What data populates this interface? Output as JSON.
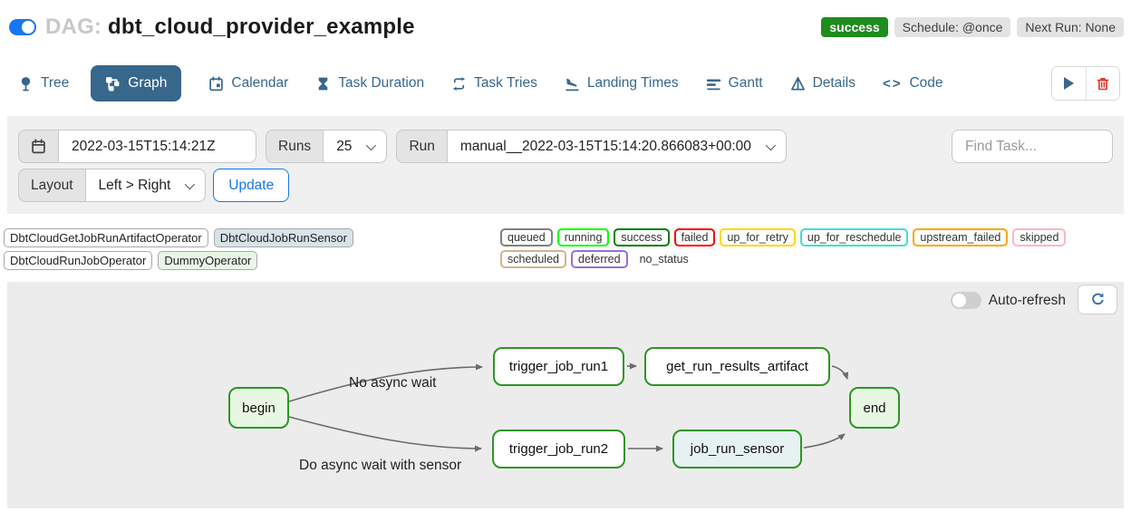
{
  "header": {
    "dag_prefix": "DAG:",
    "dag_name": "dbt_cloud_provider_example",
    "status_badge": "success",
    "schedule_badge": "Schedule: @once",
    "next_run_badge": "Next Run: None"
  },
  "tabs": [
    {
      "label": "Tree",
      "icon": "tree-icon"
    },
    {
      "label": "Graph",
      "icon": "graph-icon",
      "active": true
    },
    {
      "label": "Calendar",
      "icon": "calendar-icon"
    },
    {
      "label": "Task Duration",
      "icon": "hourglass-icon"
    },
    {
      "label": "Task Tries",
      "icon": "repeat-icon"
    },
    {
      "label": "Landing Times",
      "icon": "plane-landing-icon"
    },
    {
      "label": "Gantt",
      "icon": "gantt-icon"
    },
    {
      "label": "Details",
      "icon": "details-icon"
    },
    {
      "label": "Code",
      "icon": "code-icon"
    }
  ],
  "filters": {
    "base_date_value": "2022-03-15T15:14:21Z",
    "runs_label": "Runs",
    "runs_value": "25",
    "run_label": "Run",
    "run_value": "manual__2022-03-15T15:14:20.866083+00:00",
    "find_task_placeholder": "Find Task...",
    "layout_label": "Layout",
    "layout_value": "Left > Right",
    "update_button": "Update"
  },
  "legend": {
    "operators": [
      {
        "label": "DbtCloudGetJobRunArtifactOperator",
        "bg": "#ffffff"
      },
      {
        "label": "DbtCloudJobRunSensor",
        "bg": "#d8e3e8"
      },
      {
        "label": "DbtCloudRunJobOperator",
        "bg": "#ffffff"
      },
      {
        "label": "DummyOperator",
        "bg": "#e8f7e4"
      }
    ],
    "statuses": [
      {
        "label": "queued",
        "border": "#808080"
      },
      {
        "label": "running",
        "border": "#00ff00"
      },
      {
        "label": "success",
        "border": "#008000"
      },
      {
        "label": "failed",
        "border": "#ff0000"
      },
      {
        "label": "up_for_retry",
        "border": "#ffd700"
      },
      {
        "label": "up_for_reschedule",
        "border": "#40e0d0"
      },
      {
        "label": "upstream_failed",
        "border": "#ffa500"
      },
      {
        "label": "skipped",
        "border": "#ffb6c1"
      },
      {
        "label": "scheduled",
        "border": "#d2b48c"
      },
      {
        "label": "deferred",
        "border": "#9370db"
      },
      {
        "label": "no_status",
        "border": "none"
      }
    ]
  },
  "graph": {
    "auto_refresh_label": "Auto-refresh",
    "nodes": [
      {
        "label": "begin",
        "fill": "#e8f7e4"
      },
      {
        "label": "trigger_job_run1",
        "fill": "#ffffff"
      },
      {
        "label": "get_run_results_artifact",
        "fill": "#ffffff"
      },
      {
        "label": "end",
        "fill": "#e8f7e4"
      },
      {
        "label": "trigger_job_run2",
        "fill": "#ffffff"
      },
      {
        "label": "job_run_sensor",
        "fill": "#e6f1f2"
      }
    ],
    "edge_labels": {
      "top": "No async wait",
      "bottom": "Do async wait with sensor"
    }
  },
  "colors": {
    "accent_blue": "#1677f0",
    "tab_blue": "#38678c",
    "success_green": "#1e8c1e",
    "node_border_green": "#2d9623",
    "edge_gray": "#6b6b6b",
    "danger_red": "#e0352b"
  }
}
